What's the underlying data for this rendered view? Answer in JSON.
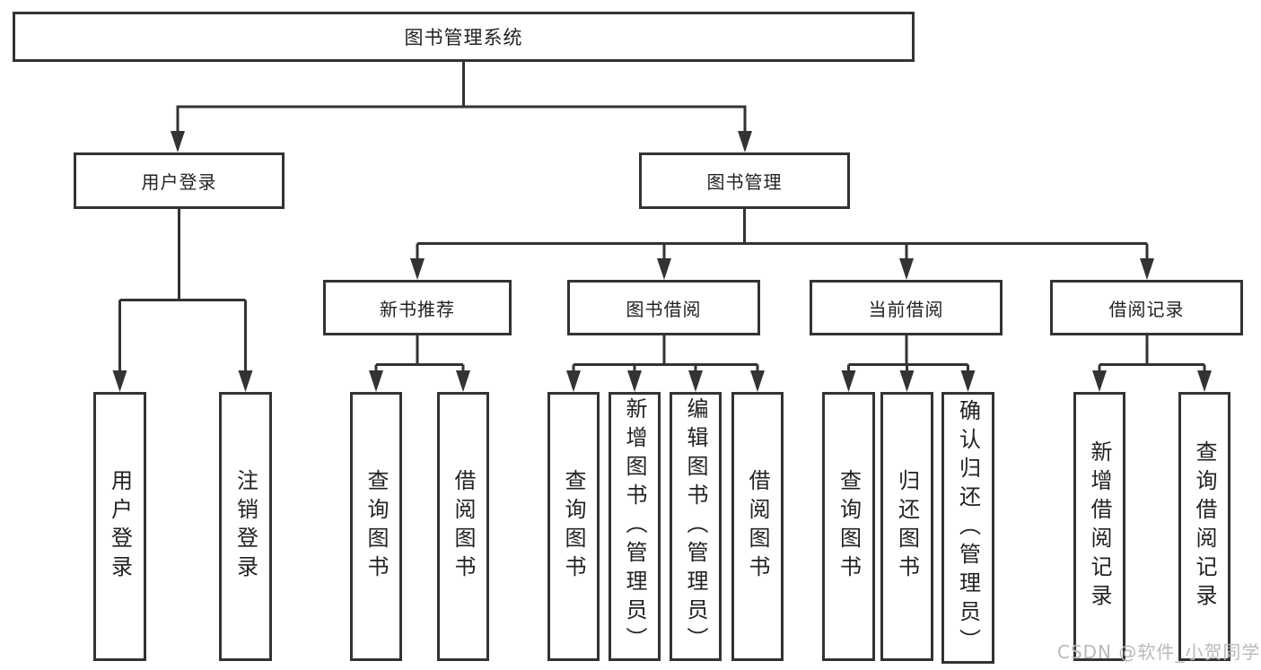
{
  "diagram": {
    "type": "hierarchy-tree",
    "line_color": "#333333",
    "box_border_color": "#333333",
    "background_color": "#ffffff",
    "root": {
      "label": "图书管理系统"
    },
    "level2": [
      {
        "label": "用户登录"
      },
      {
        "label": "图书管理"
      }
    ],
    "level3": [
      {
        "label": "新书推荐"
      },
      {
        "label": "图书借阅"
      },
      {
        "label": "当前借阅"
      },
      {
        "label": "借阅记录"
      }
    ],
    "leaves": {
      "user": [
        "用户登录",
        "注销登录"
      ],
      "newbook": [
        "查询图书",
        "借阅图书"
      ],
      "borrow": [
        "查询图书",
        "新增图书（管理员）",
        "编辑图书（管理员）",
        "借阅图书"
      ],
      "current": [
        "查询图书",
        "归还图书",
        "确认归还（管理员）"
      ],
      "records": [
        "新增借阅记录",
        "查询借阅记录"
      ]
    }
  },
  "watermark": {
    "text": "CSDN @软件_小贺同学",
    "color": "#b9b9b9"
  }
}
